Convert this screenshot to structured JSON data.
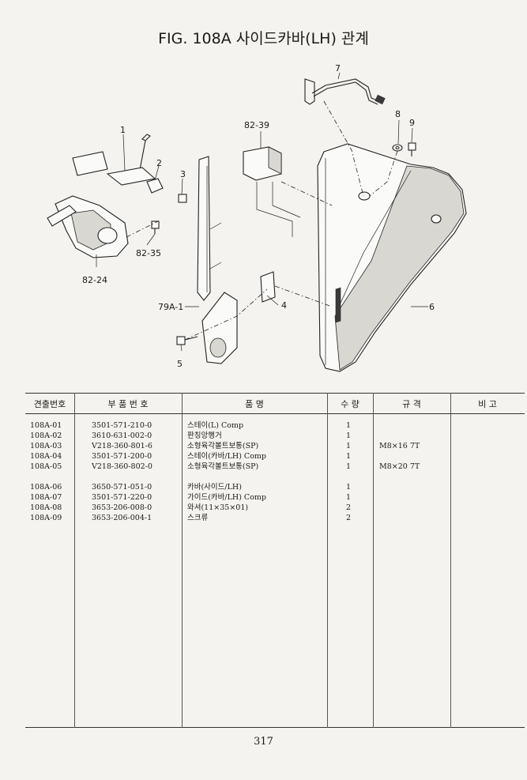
{
  "title": "FIG. 108A 사이드카바(LH) 관계",
  "callouts": {
    "c1": "1",
    "c2": "2",
    "c3": "3",
    "c4": "4",
    "c5": "5",
    "c6": "6",
    "c7": "7",
    "c8": "8",
    "c9": "9",
    "c8239": "82-39",
    "c8235": "82-35",
    "c8224": "82-24",
    "c79a1": "79A-1"
  },
  "headers": {
    "index": "견출번호",
    "part_no": "부 품 번 호",
    "name": "품 명",
    "qty": "수 량",
    "spec": "규 격",
    "remark": "비 고"
  },
  "rows": [
    {
      "index": "108A-01",
      "part_no": "3501-571-210-0",
      "name": "스테이(L) Comp",
      "qty": "1",
      "spec": ""
    },
    {
      "index": "108A-02",
      "part_no": "3610-631-002-0",
      "name": "판칭앙행거",
      "qty": "1",
      "spec": ""
    },
    {
      "index": "108A-03",
      "part_no": "V218-360-801-6",
      "name": "소형육각볼트보통(SP)",
      "qty": "1",
      "spec": "M8×16 7T"
    },
    {
      "index": "108A-04",
      "part_no": "3501-571-200-0",
      "name": "스테이(카바/LH) Comp",
      "qty": "1",
      "spec": ""
    },
    {
      "index": "108A-05",
      "part_no": "V218-360-802-0",
      "name": "소형육각볼트보통(SP)",
      "qty": "1",
      "spec": "M8×20 7T"
    },
    {
      "index": "108A-06",
      "part_no": "3650-571-051-0",
      "name": "카바(사이드/LH)",
      "qty": "1",
      "spec": ""
    },
    {
      "index": "108A-07",
      "part_no": "3501-571-220-0",
      "name": "가이드(카바/LH) Comp",
      "qty": "1",
      "spec": ""
    },
    {
      "index": "108A-08",
      "part_no": "3653-206-008-0",
      "name": "와셔(11×35×01)",
      "qty": "2",
      "spec": ""
    },
    {
      "index": "108A-09",
      "part_no": "3653-206-004-1",
      "name": "스크류",
      "qty": "2",
      "spec": ""
    }
  ],
  "page_number": "317"
}
